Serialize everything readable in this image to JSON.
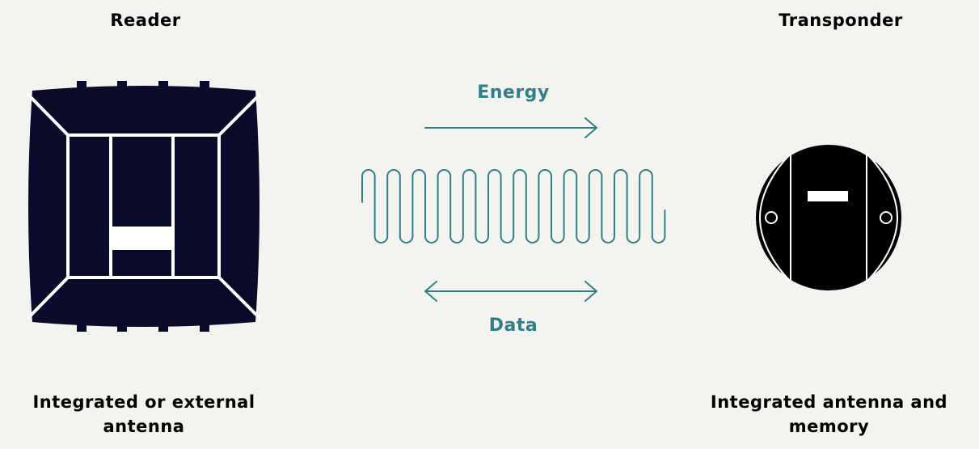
{
  "reader": {
    "title": "Reader",
    "caption_line1": "Integrated or external",
    "caption_line2": "antenna"
  },
  "transponder": {
    "title": "Transponder",
    "caption_line1": "Integrated antenna and",
    "caption_line2": "memory"
  },
  "link": {
    "energy_label": "Energy",
    "data_label": "Data"
  },
  "colors": {
    "background": "#f3f3f0",
    "device_fill": "#0a0a2a",
    "transponder_fill": "#000000",
    "accent": "#2f8088",
    "text": "#000000"
  }
}
